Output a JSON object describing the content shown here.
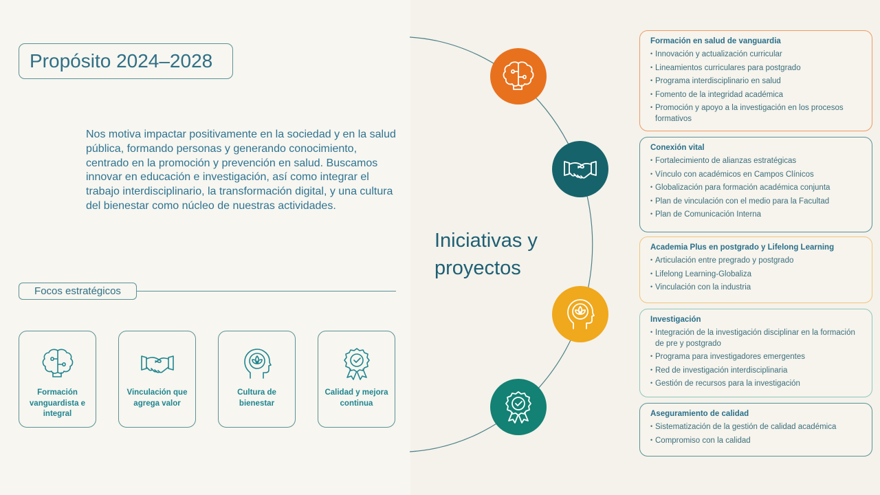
{
  "title": "Propósito 2024–2028",
  "intro": "Nos motiva impactar positivamente en la sociedad y en la salud pública, formando personas y generando conocimiento, centrado en la promoción y prevención en salud. Buscamos innovar en educación e investigación, así como integrar el trabajo interdisciplinario, la transformación digital, y una cultura del bienestar como núcleo de nuestras actividades.",
  "focos": {
    "label": "Focos estratégicos",
    "cards": [
      {
        "label": "Formación vanguardista e integral",
        "icon": "brain-puzzle-icon"
      },
      {
        "label": "Vinculación que agrega valor",
        "icon": "handshake-icon"
      },
      {
        "label": "Cultura de bienestar",
        "icon": "head-lotus-icon"
      },
      {
        "label": "Calidad y mejora continua",
        "icon": "award-badge-icon"
      }
    ]
  },
  "center_title": "Iniciativas y proyectos",
  "colors": {
    "teal": "#1f8590",
    "orange": "#e8711e",
    "dark_teal": "#17636b",
    "yellow": "#f0a81c",
    "green": "#138173"
  },
  "initiatives": [
    {
      "title": "Formación en salud de vanguardia",
      "items": [
        "Innovación y actualización curricular",
        "Lineamientos curriculares para postgrado",
        "Programa interdisciplinario en salud",
        "Fomento de la integridad académica",
        "Promoción y apoyo a la investigación en los procesos formativos"
      ]
    },
    {
      "title": "Conexión vital",
      "items": [
        "Fortalecimiento de alianzas estratégicas",
        "Vínculo con académicos en Campos Clínicos",
        "Globalización para formación académica conjunta",
        "Plan de vinculación con el medio para la Facultad",
        "Plan de Comunicación Interna"
      ]
    },
    {
      "title": "Academia Plus en postgrado y Lifelong Learning",
      "items": [
        "Articulación entre pregrado y postgrado",
        "Lifelong Learning-Globaliza",
        "Vinculación con la industria"
      ]
    },
    {
      "title": "Investigación",
      "items": [
        "Integración de la investigación disciplinar en la formación de pre y postgrado",
        "Programa para investigadores emergentes",
        "Red de investigación interdisciplinaria",
        "Gestión de recursos para la investigación"
      ]
    },
    {
      "title": "Aseguramiento de calidad",
      "items": [
        "Sistematización de la gestión de calidad académica",
        "Compromiso con la calidad"
      ]
    }
  ]
}
